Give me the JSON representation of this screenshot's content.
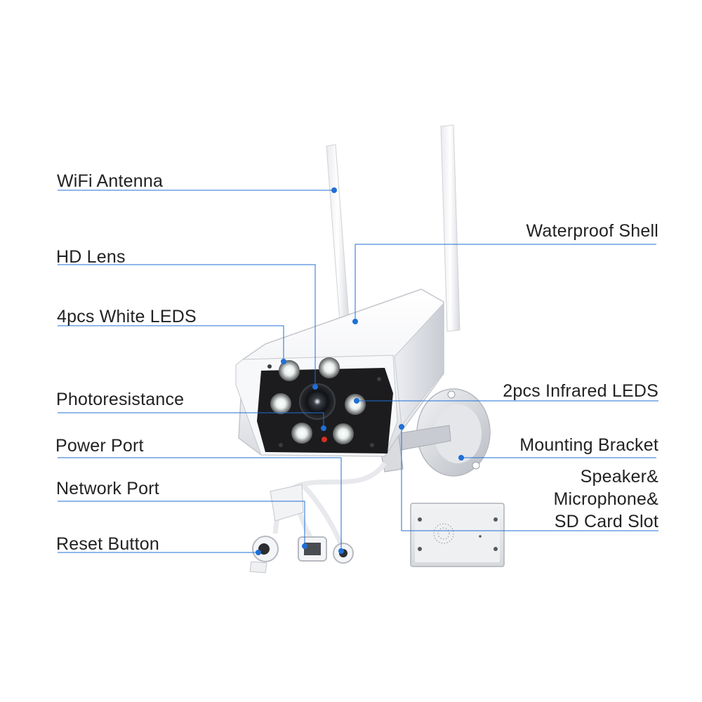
{
  "labels": {
    "wifi_antenna": "WiFi Antenna",
    "waterproof_shell": "Waterproof Shell",
    "hd_lens": "HD Lens",
    "white_leds": "4pcs White LEDS",
    "photoresistance": "Photoresistance",
    "infrared_leds": "2pcs Infrared LEDS",
    "power_port": "Power Port",
    "mounting_bracket": "Mounting Bracket",
    "network_port": "Network Port",
    "speaker_line1": "Speaker&",
    "speaker_line2": "Microphone&",
    "speaker_line3": "SD Card Slot",
    "reset_button": "Reset Button"
  },
  "colors": {
    "leader_line": "#1f6fd6",
    "label_text": "#222222",
    "body_white": "#f4f5f7",
    "face_black": "#1c1c1e"
  }
}
